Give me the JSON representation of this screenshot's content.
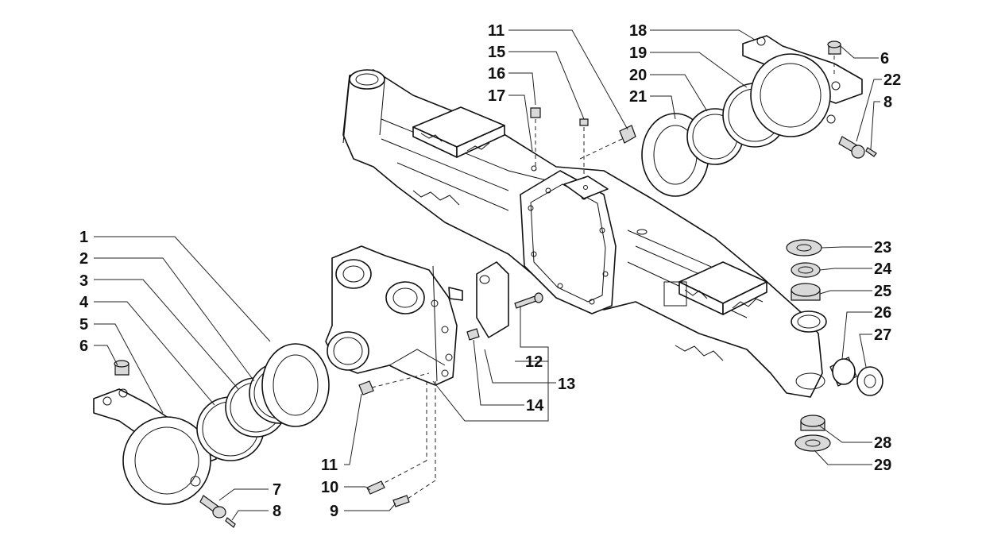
{
  "callouts": [
    {
      "id": "c1",
      "text": "1"
    },
    {
      "id": "c2",
      "text": "2"
    },
    {
      "id": "c3",
      "text": "3"
    },
    {
      "id": "c4",
      "text": "4"
    },
    {
      "id": "c5",
      "text": "5"
    },
    {
      "id": "c6a",
      "text": "6"
    },
    {
      "id": "c7",
      "text": "7"
    },
    {
      "id": "c8a",
      "text": "8"
    },
    {
      "id": "c9",
      "text": "9"
    },
    {
      "id": "c10",
      "text": "10"
    },
    {
      "id": "c11a",
      "text": "11"
    },
    {
      "id": "c12",
      "text": "12"
    },
    {
      "id": "c13",
      "text": "13"
    },
    {
      "id": "c14",
      "text": "14"
    },
    {
      "id": "c11b",
      "text": "11"
    },
    {
      "id": "c15",
      "text": "15"
    },
    {
      "id": "c16",
      "text": "16"
    },
    {
      "id": "c17",
      "text": "17"
    },
    {
      "id": "c18",
      "text": "18"
    },
    {
      "id": "c19",
      "text": "19"
    },
    {
      "id": "c20",
      "text": "20"
    },
    {
      "id": "c21",
      "text": "21"
    },
    {
      "id": "c6b",
      "text": "6"
    },
    {
      "id": "c22",
      "text": "22"
    },
    {
      "id": "c8b",
      "text": "8"
    },
    {
      "id": "c23",
      "text": "23"
    },
    {
      "id": "c24",
      "text": "24"
    },
    {
      "id": "c25",
      "text": "25"
    },
    {
      "id": "c26",
      "text": "26"
    },
    {
      "id": "c27",
      "text": "27"
    },
    {
      "id": "c28",
      "text": "28"
    },
    {
      "id": "c29",
      "text": "29"
    }
  ]
}
